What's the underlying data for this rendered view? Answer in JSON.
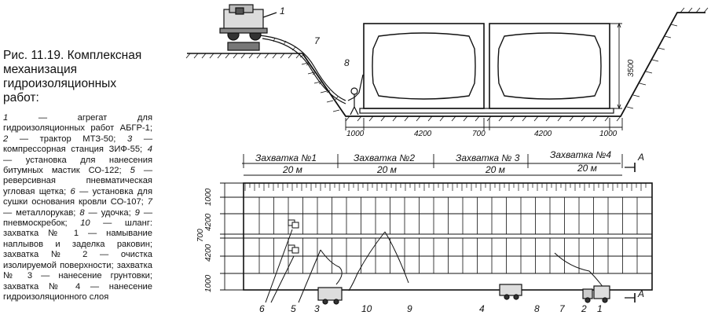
{
  "caption": {
    "title": "Рис. 11.19. Комплексная механизация гидроизоляционных работ:",
    "items": [
      {
        "n": "1",
        "t": "агрегат для гидроизоляционных работ АБГР-1;"
      },
      {
        "n": "2",
        "t": "трактор МТЗ-50;"
      },
      {
        "n": "3",
        "t": "компрессорная станция ЗИФ-55;"
      },
      {
        "n": "4",
        "t": "установка для нанесения битумных мастик СО-122;"
      },
      {
        "n": "5",
        "t": "реверсивная пневматическая угловая щетка;"
      },
      {
        "n": "6",
        "t": "установка для сушки основания кровли СО-107;"
      },
      {
        "n": "7",
        "t": "металлорукав;"
      },
      {
        "n": "8",
        "t": "удочка;"
      },
      {
        "n": "9",
        "t": "пневмоскребок;"
      },
      {
        "n": "10",
        "t": "шланг:"
      }
    ],
    "stages": "захватка № 1 — намывание наплывов и заделка раковин; захватка № 2 — очистка изолируемой поверхности; захватка № 3 — нанесение грунтовки; захватка № 4 — нанесение гидроизоляционного слоя"
  },
  "section": {
    "dims": [
      "1000",
      "4200",
      "700",
      "4200",
      "1000"
    ],
    "height": "3500",
    "labels": [
      "1",
      "7",
      "8"
    ]
  },
  "plan": {
    "zones": [
      {
        "name": "Захватка №1",
        "len": "20 м"
      },
      {
        "name": "Захватка №2",
        "len": "20 м"
      },
      {
        "name": "Захватка № 3",
        "len": "20 м"
      },
      {
        "name": "Захватка №4",
        "len": "20 м"
      }
    ],
    "left_dims": [
      "1000",
      "4200",
      "700",
      "4200",
      "1000"
    ],
    "section_mark": "А",
    "bottom_labels": [
      "6",
      "5",
      "3",
      "10",
      "9",
      "4",
      "8",
      "7",
      "2",
      "1"
    ]
  }
}
